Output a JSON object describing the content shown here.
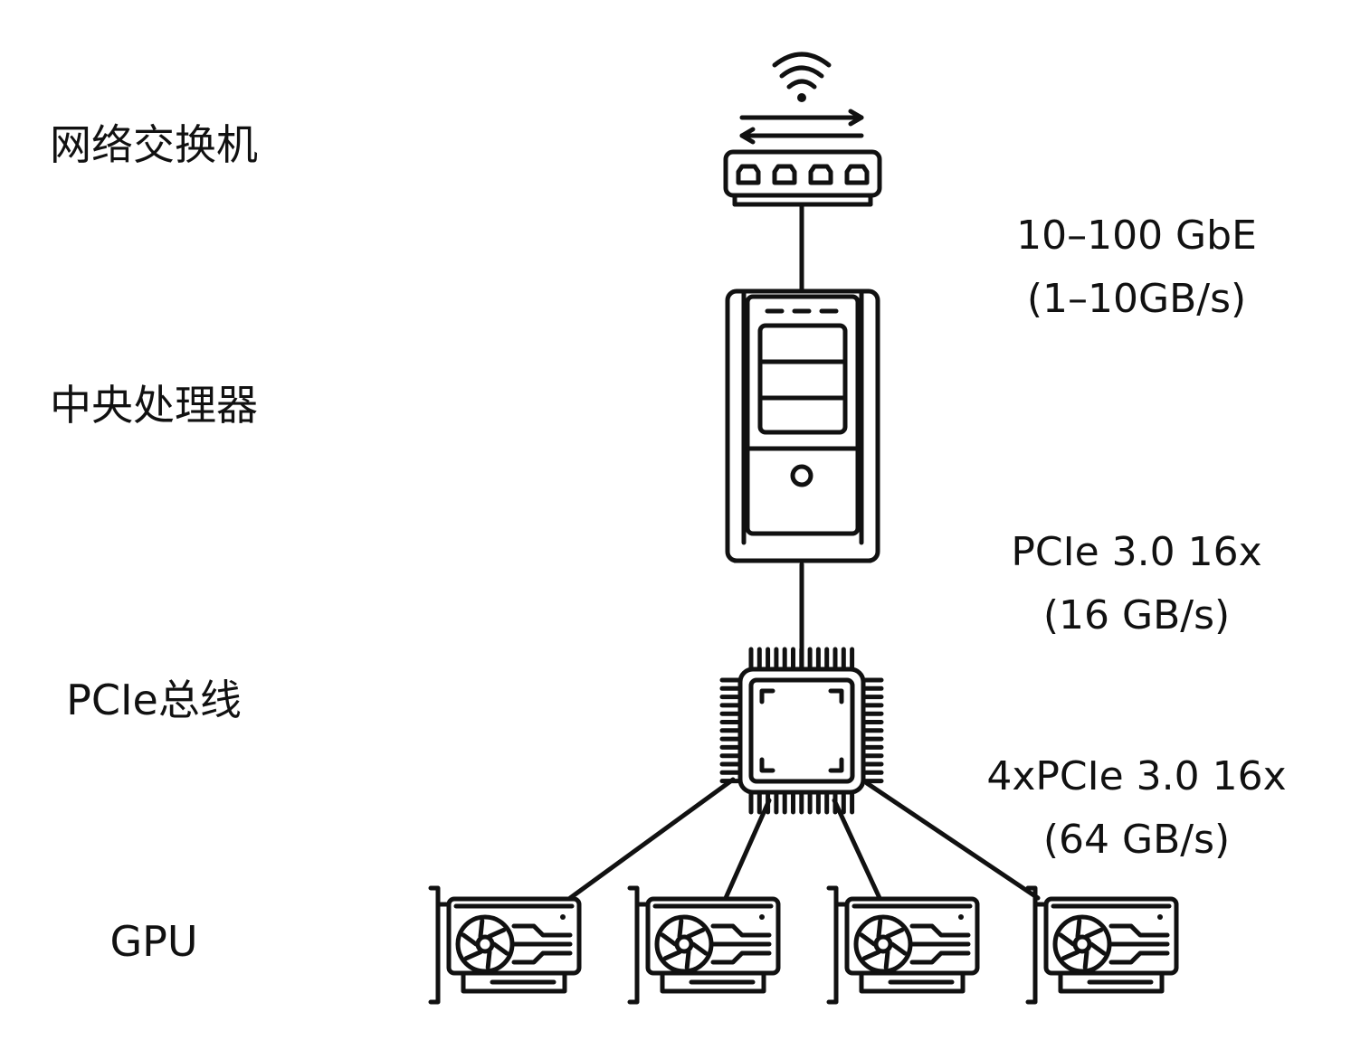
{
  "rows": {
    "switch": "网络交换机",
    "cpu": "中央处理器",
    "bus": "PCIe总线",
    "gpu": "GPU"
  },
  "links": {
    "switch_cpu": {
      "line1": "10–100 GbE",
      "line2": "(1–10GB/s)"
    },
    "cpu_bus": {
      "line1": "PCIe 3.0 16x",
      "line2": "(16 GB/s)"
    },
    "bus_gpu": {
      "line1": "4xPCIe 3.0 16x",
      "line2": "(64 GB/s)"
    }
  },
  "gpu_count": 4,
  "icons": [
    "network-switch-icon",
    "tower-computer-icon",
    "chip-icon",
    "graphics-card-icon"
  ]
}
